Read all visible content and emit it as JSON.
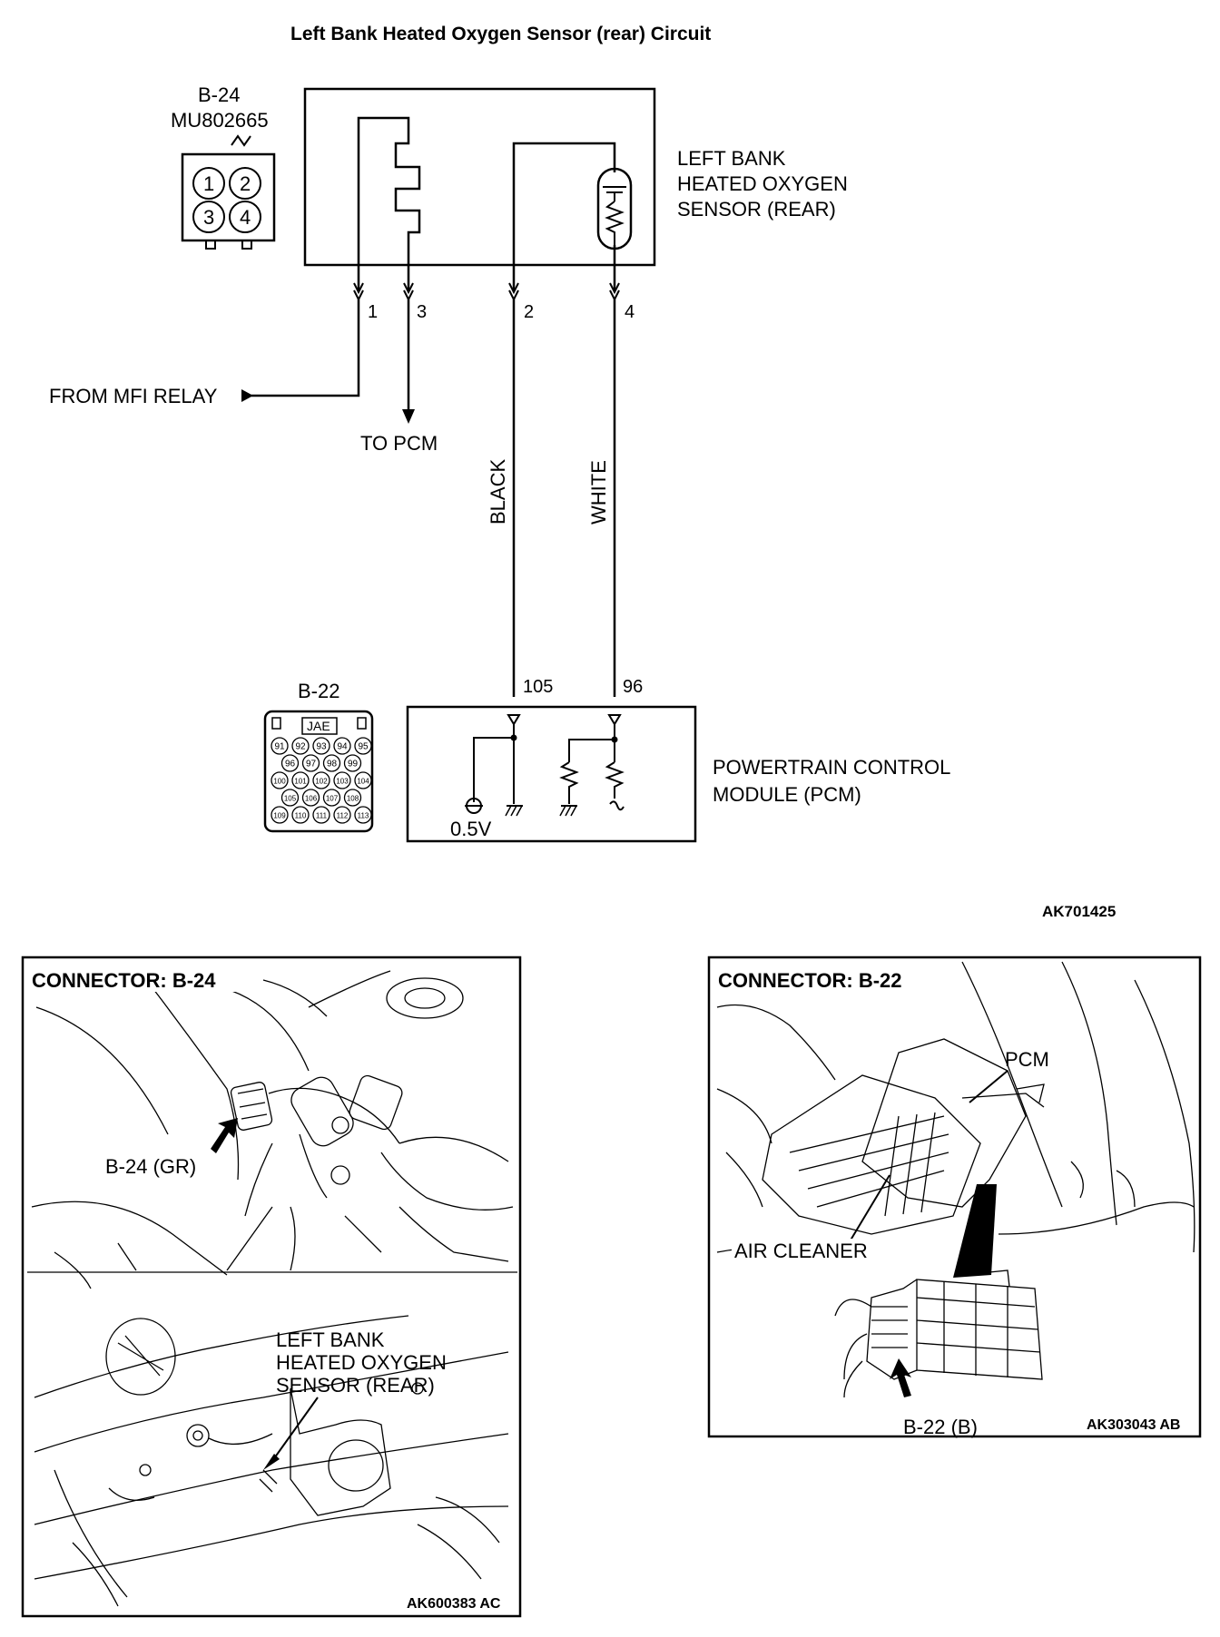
{
  "title": "Left Bank Heated Oxygen Sensor (rear) Circuit",
  "sensor_connector": {
    "id": "B-24",
    "part_number": "MU802665",
    "pins": [
      "1",
      "2",
      "3",
      "4"
    ]
  },
  "sensor_label": [
    "LEFT BANK",
    "HEATED OXYGEN",
    "SENSOR (REAR)"
  ],
  "sensor_pins": {
    "p1": "1",
    "p3": "3",
    "p2": "2",
    "p4": "4"
  },
  "from_mfi_relay": "FROM MFI RELAY",
  "to_pcm": "TO PCM",
  "wire_colors": {
    "black": "BLACK",
    "white": "WHITE"
  },
  "pcm_pins": {
    "p105": "105",
    "p96": "96"
  },
  "pcm_connector": {
    "id": "B-22",
    "maker": "JAE",
    "rows": [
      [
        "91",
        "92",
        "93",
        "94",
        "95"
      ],
      [
        "96",
        "97",
        "98",
        "99"
      ],
      [
        "100",
        "101",
        "102",
        "103",
        "104"
      ],
      [
        "105",
        "106",
        "107",
        "108"
      ],
      [
        "109",
        "110",
        "111",
        "112",
        "113"
      ]
    ]
  },
  "pcm_voltage": "0.5V",
  "pcm_label": [
    "POWERTRAIN CONTROL",
    "MODULE (PCM)"
  ],
  "diagram_code": "AK701425",
  "panel_left": {
    "title": "CONNECTOR: B-24",
    "callout_connector": "B-24 (GR)",
    "callout_sensor": [
      "LEFT BANK",
      "HEATED OXYGEN",
      "SENSOR (REAR)"
    ],
    "code": "AK600383 AC"
  },
  "panel_right": {
    "title": "CONNECTOR: B-22",
    "callout_pcm": "PCM",
    "callout_air_cleaner": "AIR CLEANER",
    "callout_connector": "B-22 (B)",
    "code": "AK303043 AB"
  }
}
